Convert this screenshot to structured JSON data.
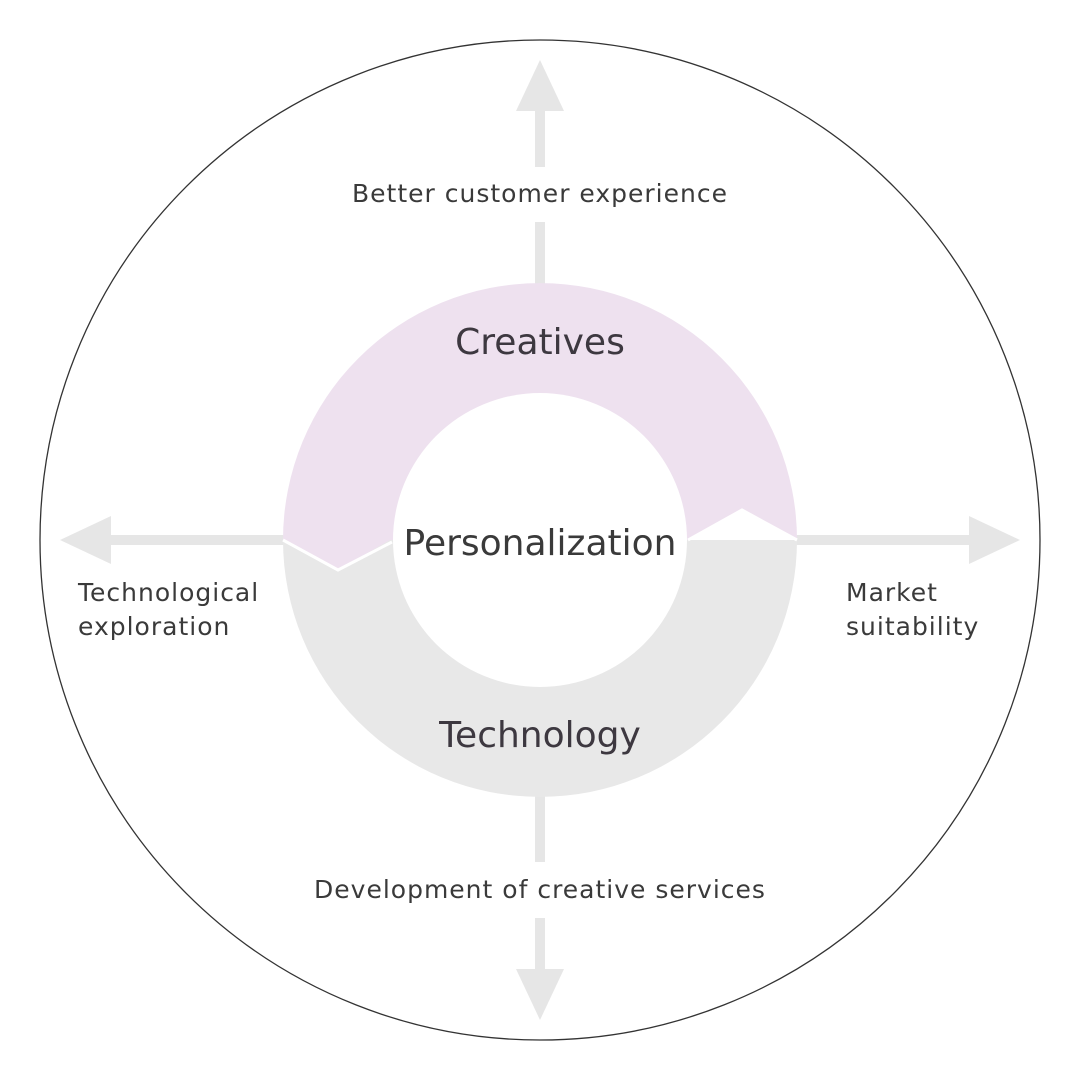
{
  "diagram": {
    "center": "Personalization",
    "ring_top": "Creatives",
    "ring_bottom": "Technology",
    "axis_top": "Better customer experience",
    "axis_bottom": "Development of creative services",
    "axis_left": [
      "Technological",
      "exploration"
    ],
    "axis_right": [
      "Market",
      "suitability"
    ]
  },
  "colors": {
    "ring_top": "#eee1ef",
    "ring_bottom": "#e8e8e8",
    "arrows": "#e6e6e6",
    "outer_circle": "#333333",
    "text": "#3a3a3a"
  }
}
